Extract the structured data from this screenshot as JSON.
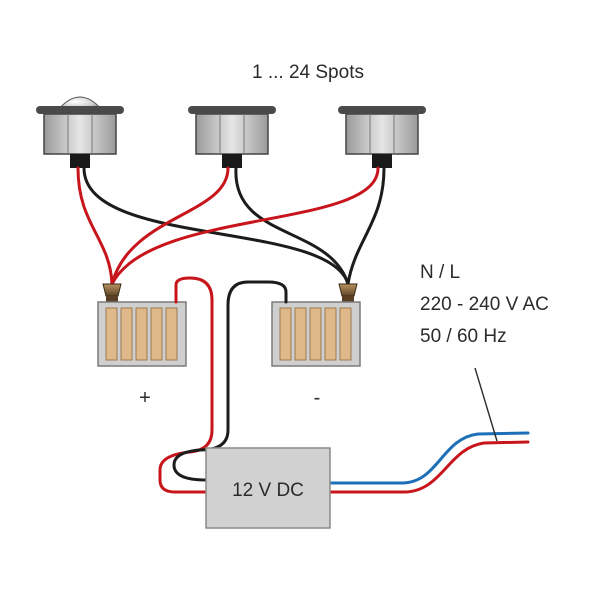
{
  "diagram": {
    "title": "1 ... 24 Spots",
    "mains_label": {
      "line1": "N / L",
      "line2": "220 - 240 V AC",
      "line3": "50 / 60 Hz"
    },
    "driver_label": "12 V DC",
    "plus_label": "+",
    "minus_label": "-",
    "spots": [
      {
        "name": "spot-1",
        "lens": "dome"
      },
      {
        "name": "spot-2",
        "lens": "flat"
      },
      {
        "name": "spot-3",
        "lens": "flat"
      }
    ],
    "colors": {
      "positive_wire": "#c8151b",
      "negative_wire": "#1c1c1c",
      "neutral_wire": "#1d6fb8",
      "terminal_body": "#c8c8c8",
      "terminal_contact": "#e0b98a",
      "driver_box": "#d1d1d1",
      "connector": "#8c6a3c"
    }
  }
}
